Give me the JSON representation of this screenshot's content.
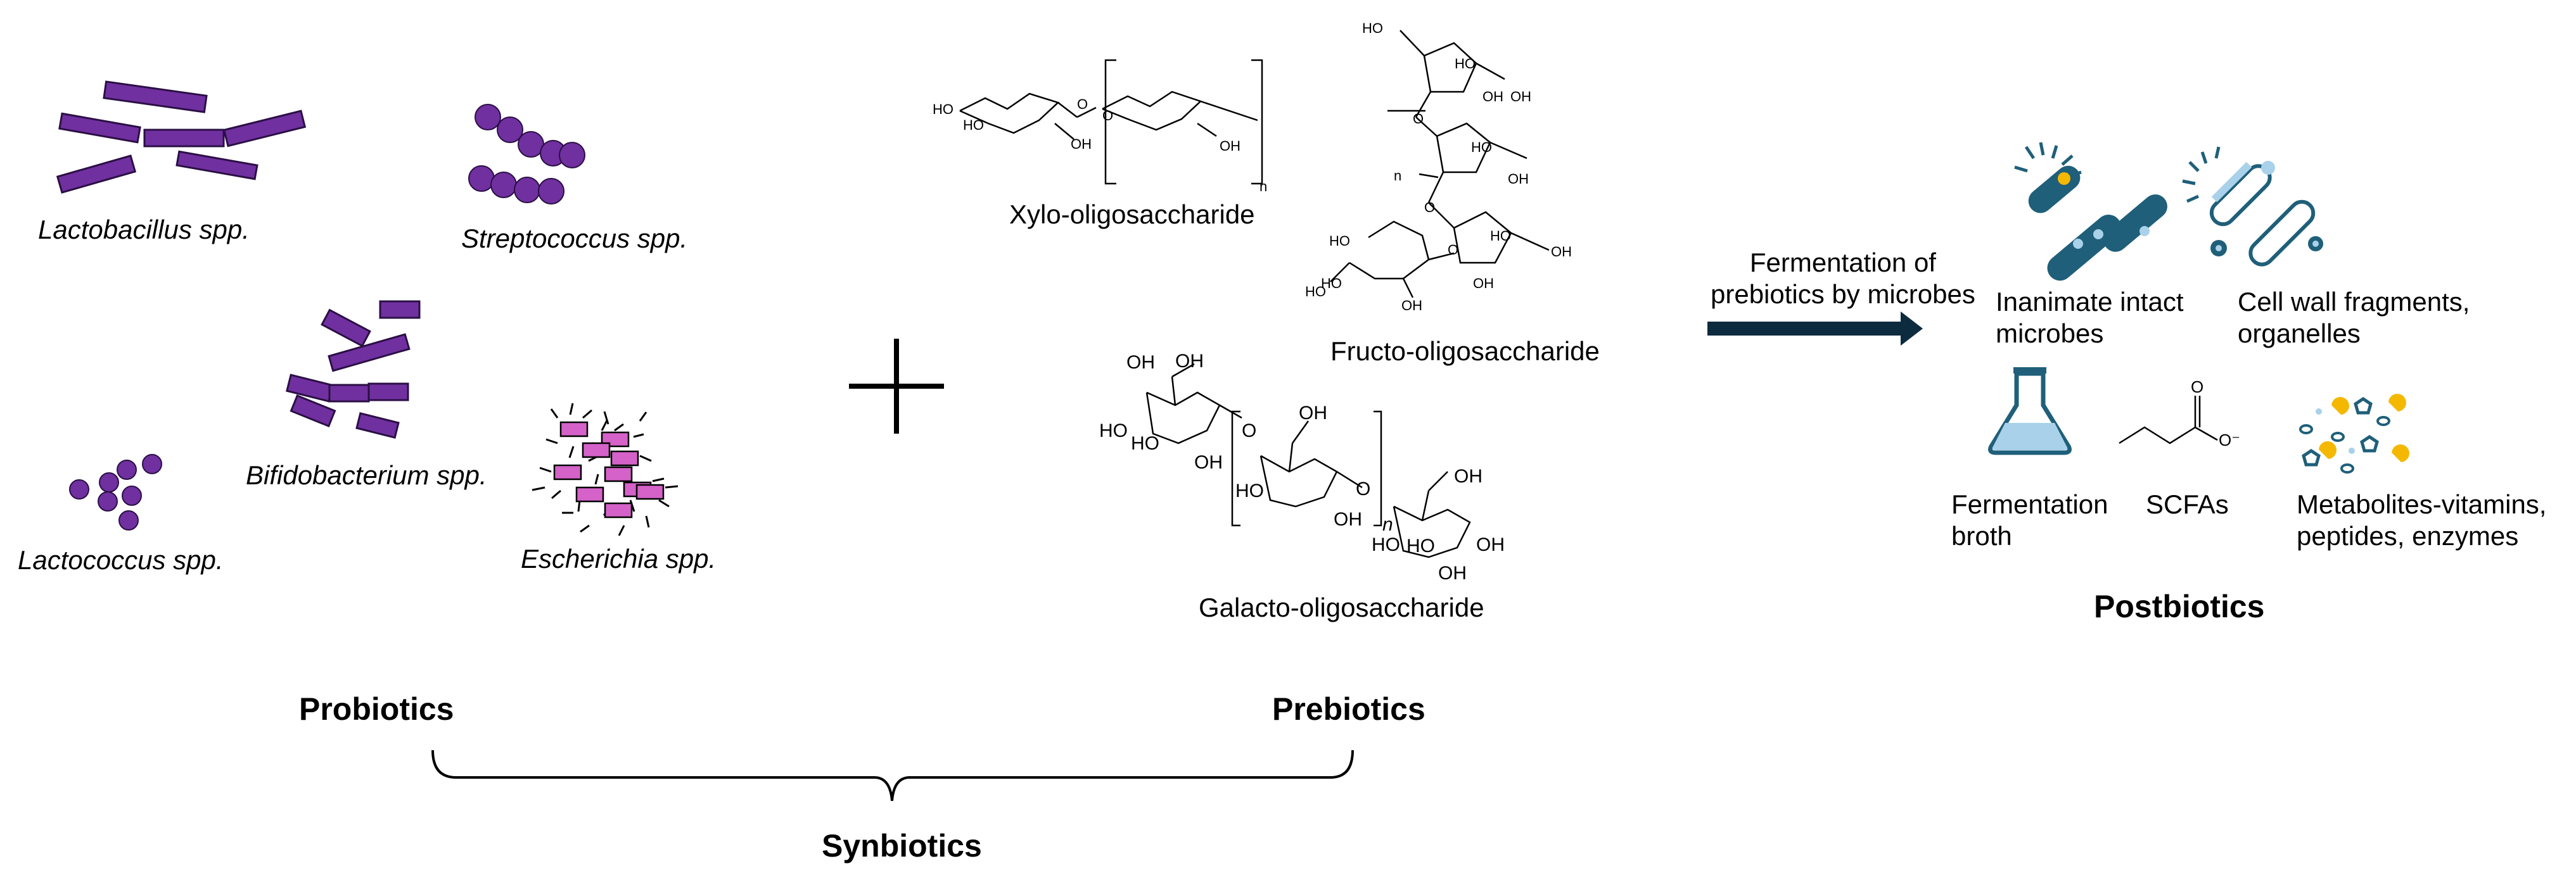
{
  "probiotics": {
    "species": {
      "lactobacillus": "Lactobacillus spp.",
      "streptococcus": "Streptococcus spp.",
      "bifidobacterium": "Bifidobacterium spp.",
      "lactococcus": "Lactococcus spp.",
      "escherichia": "Escherichia spp."
    },
    "heading": "Probiotics"
  },
  "prebiotics": {
    "xylo": "Xylo-oligosaccharide",
    "fructo": "Fructo-oligosaccharide",
    "galacto": "Galacto-oligosaccharide",
    "heading": "Prebiotics",
    "atoms": {
      "ho": "HO",
      "oh": "OH",
      "o": "O",
      "n": "n",
      "ohh": "HO"
    }
  },
  "arrow": {
    "label": "Fermentation of\nprebiotics by microbes"
  },
  "postbiotics": {
    "inanimate": "Inanimate intact\nmicrobes",
    "cell_wall": "Cell wall fragments,\norganelles",
    "broth": "Fermentation\nbroth",
    "scfas": "SCFAs",
    "metabolites": "Metabolites-vitamins,\npeptides, enzymes",
    "heading": "Postbiotics",
    "acid_o": "O",
    "acid_ominus": "O⁻"
  },
  "synbiotics": "Synbiotics",
  "colors": {
    "purple": "#7030a0",
    "pink": "#d462c8",
    "teal": "#1f5f7a",
    "light_blue": "#a9d1ea",
    "yellow": "#f5b800",
    "navy": "#0d2b3e"
  }
}
